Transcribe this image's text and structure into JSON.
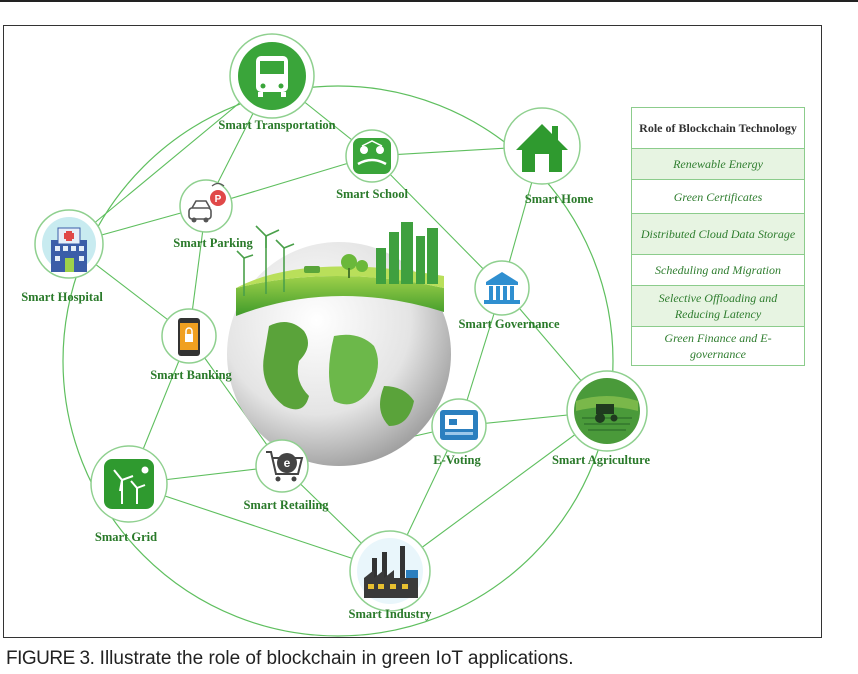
{
  "nodes": {
    "smart_transportation": "Smart Transportation",
    "smart_school": "Smart School",
    "smart_home": "Smart Home",
    "smart_parking": "Smart Parking",
    "smart_hospital": "Smart Hospital",
    "smart_governance": "Smart Governance",
    "smart_banking": "Smart Banking",
    "smart_agriculture": "Smart Agriculture",
    "e_voting": "E-Voting",
    "smart_retailing": "Smart Retailing",
    "smart_grid": "Smart Grid",
    "smart_industry": "Smart Industry"
  },
  "role_table": {
    "header": "Role of Blockchain Technology",
    "rows": [
      "Renewable Energy",
      "Green Certificates",
      "Distributed Cloud Data Storage",
      "Scheduling and Migration",
      "Selective Offloading and Reducing Latency",
      "Green Finance and E-governance"
    ]
  },
  "caption": {
    "figure": "FIGURE 3.",
    "text": " Illustrate the role of blockchain in green IoT applications."
  },
  "colors": {
    "accent_green": "#3aa53a",
    "label_green": "#2a7a2a",
    "table_border": "#8ccc8c",
    "table_alt_fill": "#e7f4e2"
  },
  "icons": {
    "smart_transportation": "bus-icon",
    "smart_school": "school-icon",
    "smart_home": "house-icon",
    "smart_parking": "parking-icon",
    "smart_hospital": "hospital-icon",
    "smart_governance": "government-building-icon",
    "smart_banking": "mobile-banking-icon",
    "smart_agriculture": "tractor-icon",
    "e_voting": "voting-machine-icon",
    "smart_retailing": "shopping-cart-icon",
    "smart_grid": "wind-turbine-icon",
    "smart_industry": "factory-icon",
    "center": "green-globe-icon"
  }
}
